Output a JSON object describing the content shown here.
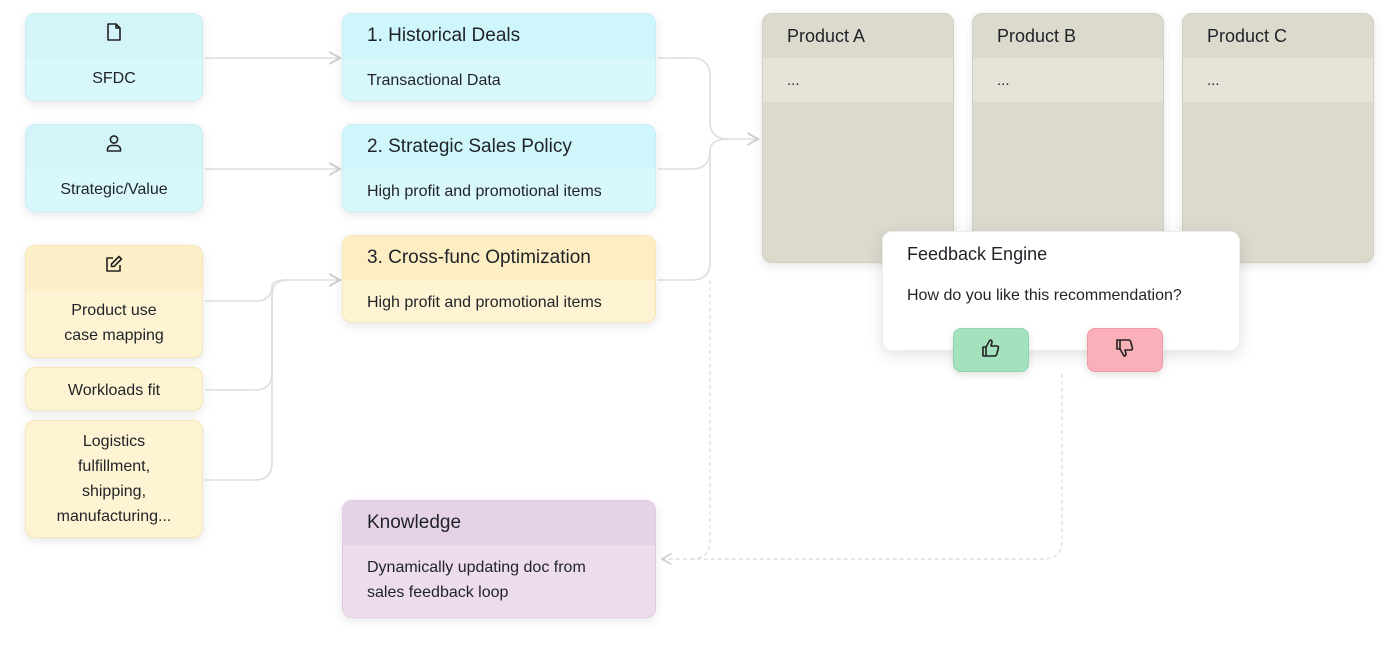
{
  "sources": [
    {
      "label": "SFDC",
      "icon": "document-icon"
    },
    {
      "label": "Strategic/Value",
      "icon": "user-icon"
    },
    {
      "label_lines": [
        "Product use",
        "case mapping"
      ],
      "icon": "edit-icon"
    },
    {
      "label": "Workloads fit"
    },
    {
      "label_lines": [
        "Logistics",
        "fulfillment,",
        "shipping,",
        "manufacturing..."
      ]
    }
  ],
  "stages": [
    {
      "title": "1. Historical Deals",
      "text": "Transactional Data"
    },
    {
      "title": "2. Strategic Sales Policy",
      "text": "High profit and promotional items"
    },
    {
      "title": "3. Cross-func Optimization",
      "text": "High profit and promotional items"
    }
  ],
  "knowledge": {
    "title": "Knowledge",
    "text_lines": [
      "Dynamically updating doc from",
      "sales feedback loop"
    ]
  },
  "products": [
    {
      "title": "Product A",
      "row": "..."
    },
    {
      "title": "Product B",
      "row": "..."
    },
    {
      "title": "Product C",
      "row": "..."
    }
  ],
  "feedback": {
    "title": "Feedback Engine",
    "question": "How do you like this recommendation?",
    "thumbs_up_icon": "thumbs-up-icon",
    "thumbs_down_icon": "thumbs-down-icon"
  },
  "colors": {
    "blue": "#d9f8fc",
    "yellow": "#fef3d2",
    "purple": "#ecdcec",
    "product": "#dcdacd",
    "thumbs_up": "#a3e2bd",
    "thumbs_down": "#f9b0b8",
    "connector": "#dcdcdc"
  }
}
